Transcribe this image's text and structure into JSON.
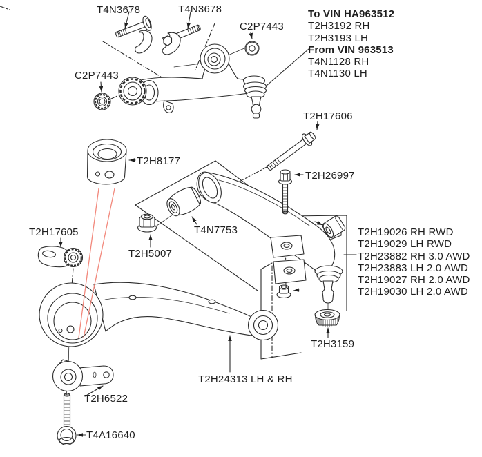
{
  "figure": {
    "description": "Exploded parts diagram - front suspension upper and lower control arms with part number callouts",
    "background_color": "#ffffff",
    "line_color": "#2b2b2b",
    "highlight_line_color": "#f2887c",
    "callouts": {
      "upper_arm_bolt_front": "T4N3678",
      "upper_arm_bolt_rear": "T4N3678",
      "upper_arm_nut": "C2P7443",
      "ball_joint_washer": "C2P7443",
      "rear_arm_pivot_bolt": "T2H17606",
      "vertical_bolt": "T2H26997",
      "lower_arm_bushing": "T2H8177",
      "rear_arm_bushing": "T4N7753",
      "rear_arm_bushing_nut": "T2H5007",
      "link_arm": "T2H17605",
      "ball_joint_nut": "T2H3159",
      "front_lower_arm": "T2H24313 LH & RH",
      "clamp_bracket": "T2H6522",
      "lower_arm_bolt": "T4A16640"
    },
    "upper_arm_variants": {
      "lines": [
        {
          "text": "To VIN HA963512",
          "emphasis": true
        },
        {
          "text": "T2H3192 RH",
          "emphasis": false
        },
        {
          "text": "T2H3193 LH",
          "emphasis": false
        },
        {
          "text": "From VIN 963513",
          "emphasis": true
        },
        {
          "text": "T4N1128 RH",
          "emphasis": false
        },
        {
          "text": "T4N1130 LH",
          "emphasis": false
        }
      ]
    },
    "rear_arm_variants": {
      "lines": [
        {
          "text": "T2H19026 RH RWD"
        },
        {
          "text": "T2H19029 LH RWD"
        },
        {
          "text": "T2H23882 RH 3.0 AWD"
        },
        {
          "text": "T2H23883 LH 2.0 AWD"
        },
        {
          "text": "T2H19027 RH 2.0 AWD"
        },
        {
          "text": "T2H19030 LH 2.0 AWD"
        }
      ]
    }
  }
}
